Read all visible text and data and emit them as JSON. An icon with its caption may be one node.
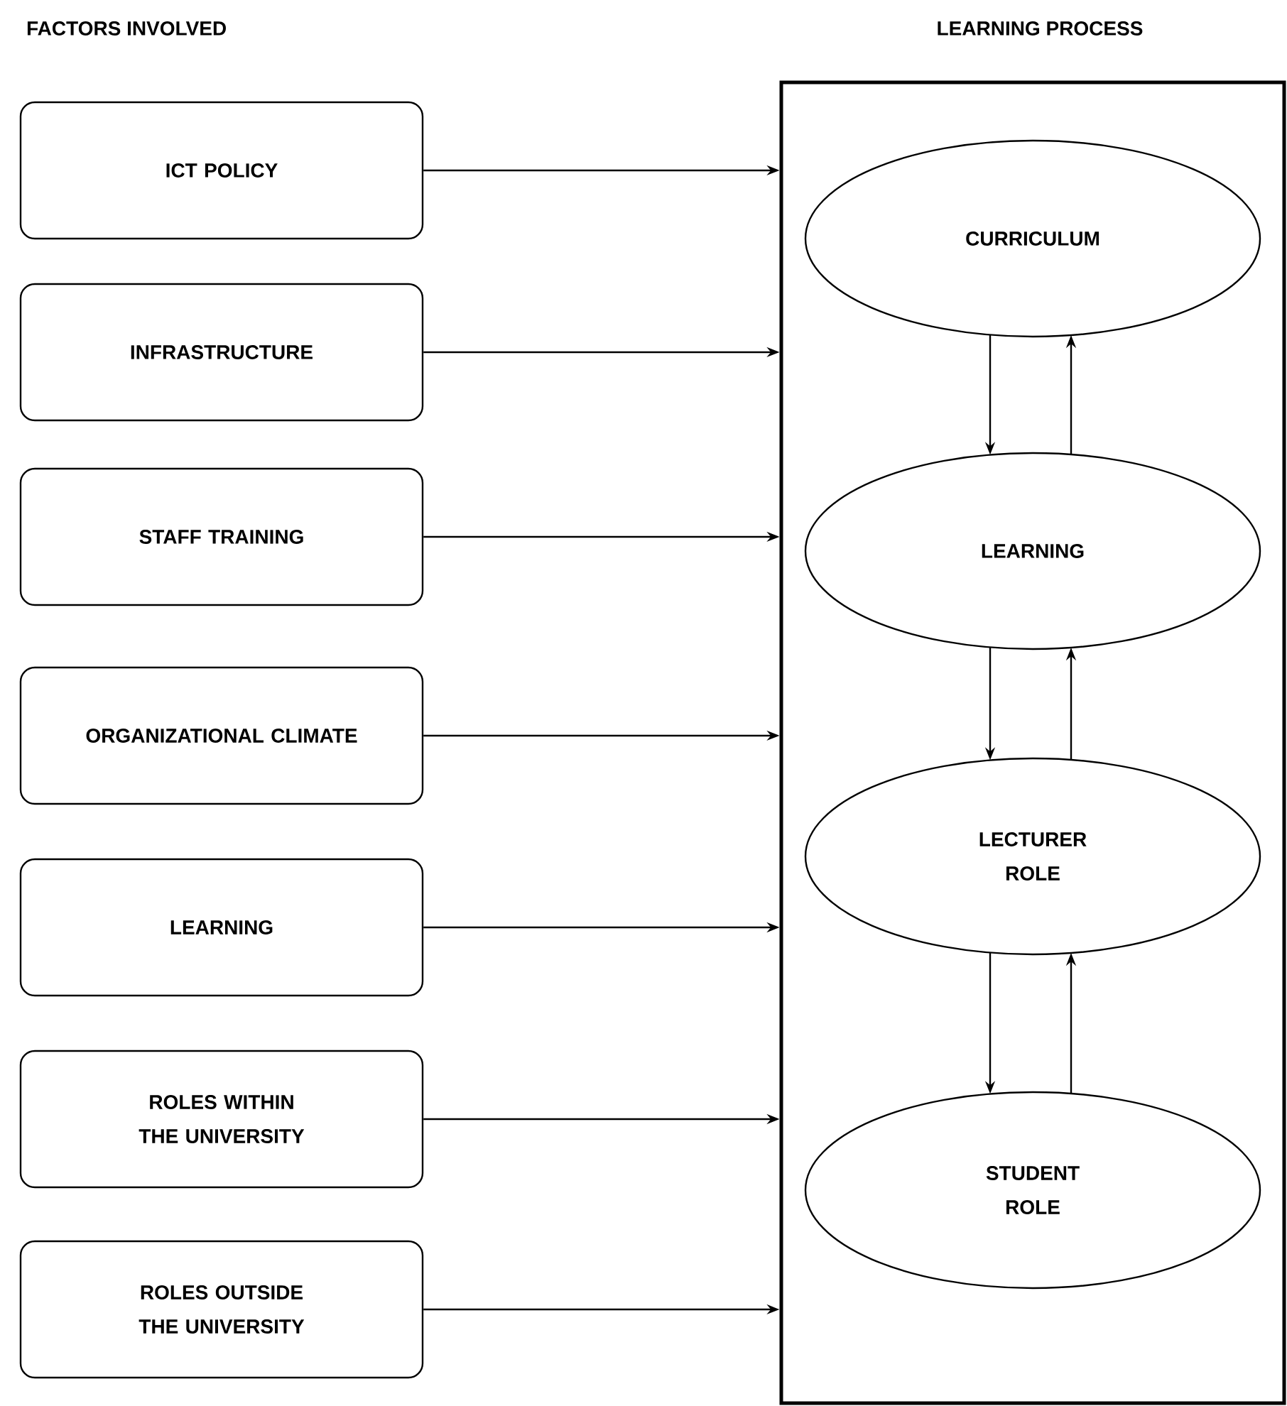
{
  "diagram": {
    "nodes": [
      {
        "text": [
          "ICT POLICY"
        ]
      },
      {
        "text": [
          "INFRASTRUCTURE"
        ]
      },
      {
        "text": [
          "STAFF TRAINING"
        ]
      },
      {
        "text": [
          "ORGANIZATIONAL CLIMATE"
        ]
      },
      {
        "text": [
          "LEARNING"
        ]
      },
      {
        "text": [
          "ROLES WITHIN THE UNIVERSITY"
        ]
      },
      {
        "text": [
          "ROLES OUTSIDE THE UNIVERSITY"
        ]
      },
      {
        "text": [
          "LEARNING PROCESS"
        ]
      },
      {
        "text": [
          "CURRICULUM"
        ],
        "in": 7
      },
      {
        "text": [
          "LEARNING"
        ],
        "in": 7
      },
      {
        "text": [
          "LECTURER ROLE"
        ],
        "in": 7
      },
      {
        "text": [
          "STUDENT ROLE"
        ],
        "in": 7
      }
    ],
    "edges": [
      {
        "from": 0,
        "to": 7,
        "arrow": "to"
      },
      {
        "from": 1,
        "to": 7,
        "arrow": "to"
      },
      {
        "from": 2,
        "to": 7,
        "arrow": "to"
      },
      {
        "from": 3,
        "to": 7,
        "arrow": "to"
      },
      {
        "from": 4,
        "to": 7,
        "arrow": "to"
      },
      {
        "from": 5,
        "to": 7,
        "arrow": "to"
      },
      {
        "from": 6,
        "to": 7,
        "arrow": "to"
      },
      {
        "from": 8,
        "to": 9,
        "arrow": "to"
      },
      {
        "from": 9,
        "to": 8,
        "arrow": "to"
      },
      {
        "from": 9,
        "to": 10,
        "arrow": "to"
      },
      {
        "from": 10,
        "to": 9,
        "arrow": "to"
      },
      {
        "from": 10,
        "to": 11,
        "arrow": "to"
      },
      {
        "from": 11,
        "to": 10,
        "arrow": "to"
      }
    ],
    "labels": [
      "FACTORS INVOLVED"
    ]
  }
}
